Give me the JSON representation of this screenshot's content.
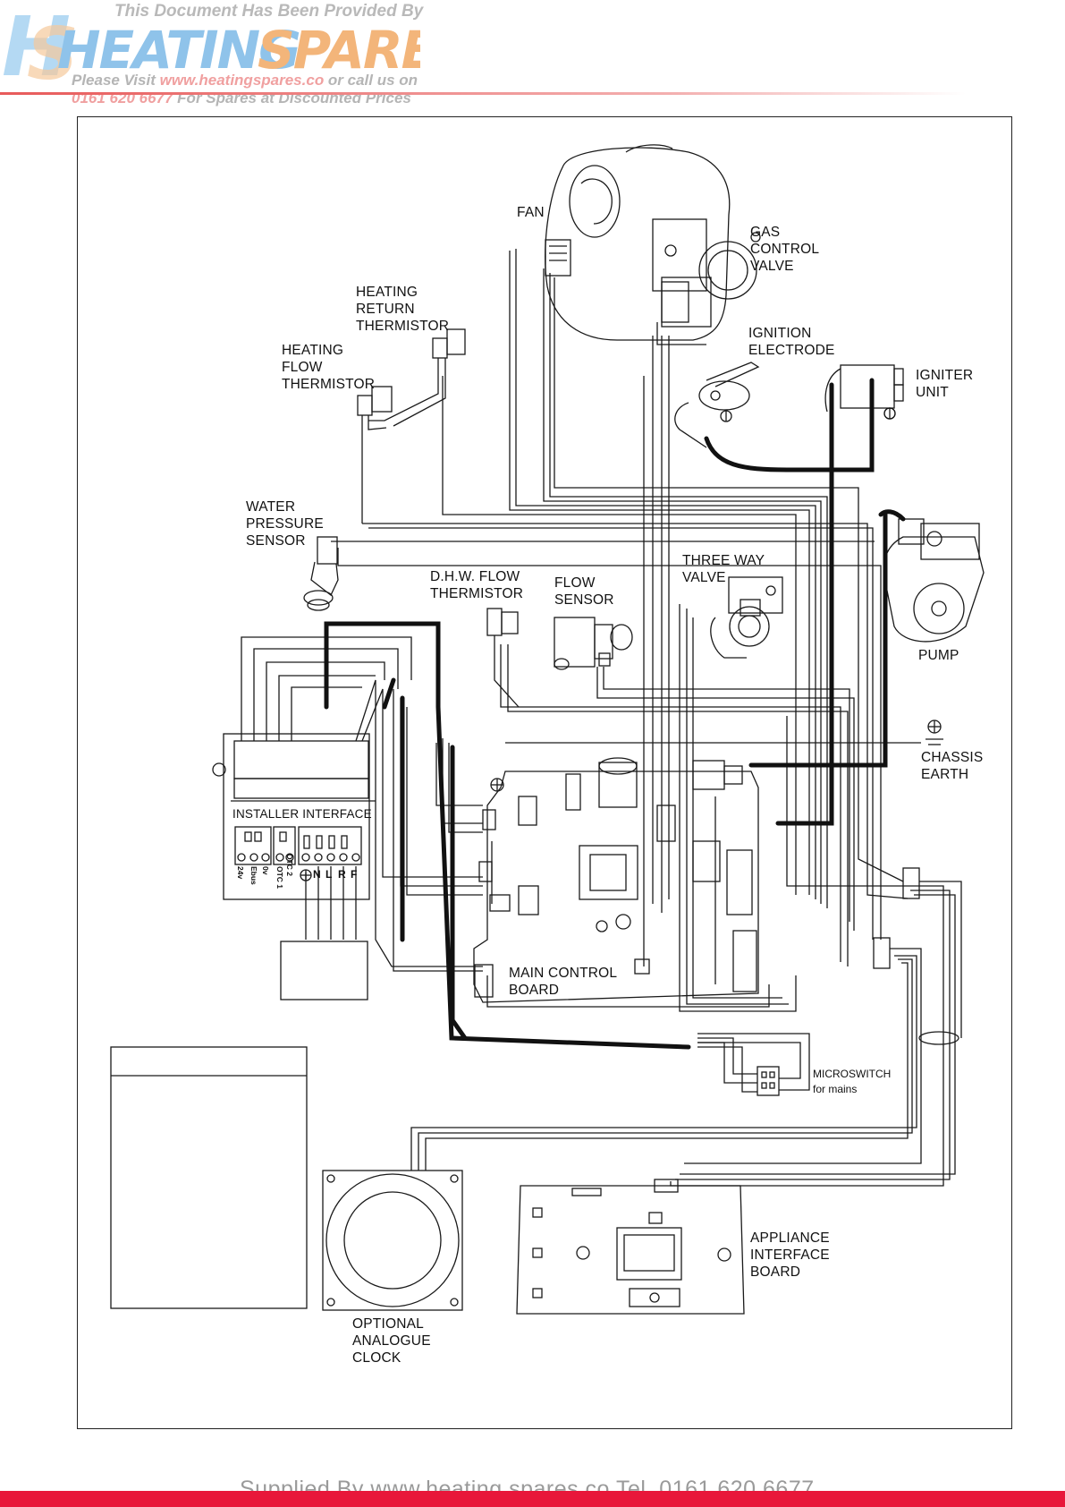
{
  "watermark": {
    "line1": "This Document Has Been Provided By",
    "brand_heating": "HEATING",
    "brand_spares": "SPARES",
    "line2_prefix": "Please Visit ",
    "line2_url": "www.heatingspares.co",
    "line2_suffix": " or call us on",
    "line3_phone": "0161 620 6677",
    "line3_suffix": " For Spares at Discounted Prices",
    "colors": {
      "blue": "#8fc3ea",
      "orange": "#f3b57a",
      "red": "#e85a5a",
      "grey": "#b5b5b5"
    }
  },
  "labels": {
    "fan": "FAN",
    "gas_control_valve": "GAS\nCONTROL\nVALVE",
    "heating_return_thermistor": "HEATING\nRETURN\nTHERMISTOR",
    "heating_flow_thermistor": "HEATING\nFLOW\nTHERMISTOR",
    "ignition_electrode": "IGNITION\nELECTRODE",
    "igniter_unit": "IGNITER\nUNIT",
    "water_pressure_sensor": "WATER\nPRESSURE\nSENSOR",
    "dhw_flow_thermistor": "D.H.W. FLOW\nTHERMISTOR",
    "flow_sensor": "FLOW\nSENSOR",
    "three_way_valve": "THREE WAY\nVALVE",
    "pump": "PUMP",
    "chassis_earth": "CHASSIS\nEARTH",
    "installer_interface": "INSTALLER INTERFACE",
    "main_control_board": "MAIN CONTROL\nBOARD",
    "microswitch": "MICROSWITCH",
    "for_mains": "for mains",
    "appliance_interface_board": "APPLIANCE\nINTERFACE\nBOARD",
    "optional_analogue_clock": "OPTIONAL\nANALOGUE\nCLOCK"
  },
  "terminals": {
    "low_voltage": [
      "24v",
      "Ebus",
      "0v"
    ],
    "otc": [
      "OTC 1",
      "OTC 2"
    ],
    "mains": [
      "N",
      "L",
      "R",
      "F"
    ]
  },
  "footer": {
    "text": "Supplied By www.heating spares.co  Tel. 0161 620 6677",
    "bar_color": "#e8173a"
  }
}
